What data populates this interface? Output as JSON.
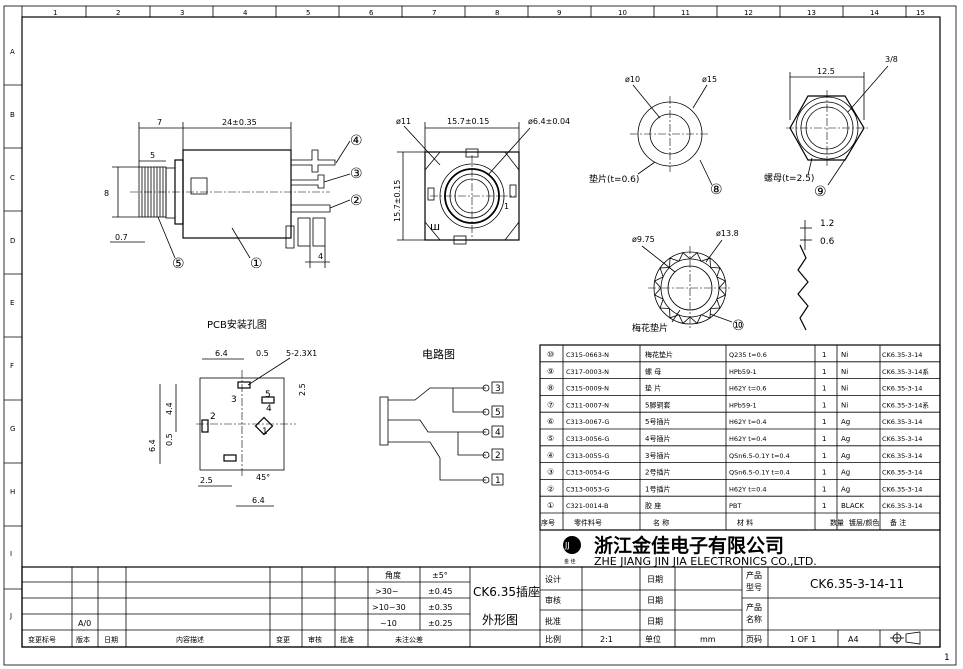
{
  "border": {
    "top_numbers": [
      "1",
      "2",
      "3",
      "4",
      "5",
      "6",
      "7",
      "8",
      "9",
      "10",
      "11",
      "12",
      "13",
      "14",
      "15"
    ],
    "side_letters": [
      "A",
      "B",
      "C",
      "D",
      "E",
      "F",
      "G",
      "H",
      "I",
      "J"
    ],
    "sheet_corner": "1"
  },
  "views": {
    "side": {
      "dims": [
        "7",
        "24±0.35",
        "5",
        "8",
        "0.7",
        "4"
      ],
      "balloons": [
        "④",
        "③",
        "②",
        "⑤",
        "①"
      ]
    },
    "front": {
      "dims": [
        "ø11",
        "15.7±0.15",
        "ø6.4±0.04",
        "15.7±0.15",
        "1",
        "ш"
      ]
    },
    "washer": {
      "dims": [
        "ø10",
        "ø15"
      ],
      "label": "垫片(t=0.6)",
      "balloon": "⑧"
    },
    "nut": {
      "dims": [
        "12.5",
        "3/8"
      ],
      "label": "螺母(t=2.5)",
      "balloon": "⑨"
    },
    "star_washer": {
      "dims": [
        "ø9.75",
        "ø13.8"
      ],
      "label": "梅花垫片",
      "balloon": "⑩"
    },
    "detail": {
      "dims": [
        "1.2",
        "0.6"
      ]
    },
    "pcb": {
      "title": "PCB安装孔图",
      "dims": [
        "6.4",
        "0.5",
        "5-2.3X1",
        "2.5",
        "4.4",
        "6.4",
        "0.5",
        "2.5",
        "45°",
        "6.4"
      ],
      "pads": [
        "1",
        "2",
        "3",
        "4",
        "5"
      ]
    },
    "circuit": {
      "title": "电路图",
      "pins": [
        "3",
        "5",
        "4",
        "2",
        "1"
      ]
    }
  },
  "bom": {
    "rows": [
      {
        "no": "⑩",
        "part": "C315-0663-N",
        "name": "梅花垫片",
        "material": "Q235  t=0.6",
        "qty": "1",
        "finish": "Ni",
        "remark": "CK6.35-3-14"
      },
      {
        "no": "⑨",
        "part": "C317-0003-N",
        "name": "螺  母",
        "material": "HPb59-1",
        "qty": "1",
        "finish": "Ni",
        "remark": "CK6.35-3-14系"
      },
      {
        "no": "⑧",
        "part": "C315-0009-N",
        "name": "垫  片",
        "material": "H62Y  t=0.6",
        "qty": "1",
        "finish": "Ni",
        "remark": "CK6.35-3-14"
      },
      {
        "no": "⑦",
        "part": "C311-0007-N",
        "name": "5脚铜套",
        "material": "HPb59-1",
        "qty": "1",
        "finish": "Ni",
        "remark": "CK6.35-3-14系"
      },
      {
        "no": "⑥",
        "part": "C313-0067-G",
        "name": "5号插片",
        "material": "H62Y t=0.4",
        "qty": "1",
        "finish": "Ag",
        "remark": "CK6.35-3-14"
      },
      {
        "no": "⑤",
        "part": "C313-0056-G",
        "name": "4号插片",
        "material": "H62Y t=0.4",
        "qty": "1",
        "finish": "Ag",
        "remark": "CK6.35-3-14"
      },
      {
        "no": "④",
        "part": "C313-0055-G",
        "name": "3号插片",
        "material": "QSn6.5-0.1Y t=0.4",
        "qty": "1",
        "finish": "Ag",
        "remark": "CK6.35-3-14"
      },
      {
        "no": "③",
        "part": "C313-0054-G",
        "name": "2号插片",
        "material": "QSn6.5-0.1Y t=0.4",
        "qty": "1",
        "finish": "Ag",
        "remark": "CK6.35-3-14"
      },
      {
        "no": "②",
        "part": "C313-0053-G",
        "name": "1号插片",
        "material": "H62Y t=0.4",
        "qty": "1",
        "finish": "Ag",
        "remark": "CK6.35-3-14"
      },
      {
        "no": "①",
        "part": "C321-0014-B",
        "name": "胶  座",
        "material": "PBT",
        "qty": "1",
        "finish": "BLACK",
        "remark": "CK6.35-3-14"
      }
    ],
    "headers": {
      "no": "序号",
      "part": "零件料号",
      "name": "名  称",
      "material": "材  料",
      "qty": "数量",
      "finish": "镀层/颜色",
      "remark": "备  注"
    }
  },
  "company": {
    "logo": "JJ",
    "logo_sub": "金 佳",
    "name_cn": "浙江金佳电子有限公司",
    "name_en": "ZHE JIANG JIN JIA ELECTRONICS CO.,LTD."
  },
  "title_block": {
    "tol_head": [
      "角度",
      "±5°"
    ],
    "tol_rows": [
      [
        ">30~",
        "±0.45"
      ],
      [
        ">10~30",
        "±0.35"
      ],
      [
        "~10",
        "±0.25"
      ]
    ],
    "title_line1": "CK6.35插座",
    "title_line2": "外形图",
    "design": "设计",
    "check": "审核",
    "approve": "批准",
    "date": "日期",
    "scale": "比例",
    "scale_val": "2:1",
    "unit": "单位",
    "unit_val": "mm",
    "product_no_1": "产品",
    "product_no_2": "型号",
    "product_name_1": "产品",
    "product_name_2": "名称",
    "model": "CK6.35-3-14-11",
    "page": "页码",
    "page_val": "1 OF 1",
    "size": "A4",
    "rev_val": "A/0",
    "rev_headers": [
      "变更标号",
      "版本",
      "日期",
      "内容描述",
      "变更",
      "审核",
      "批准",
      "未注公差"
    ]
  }
}
